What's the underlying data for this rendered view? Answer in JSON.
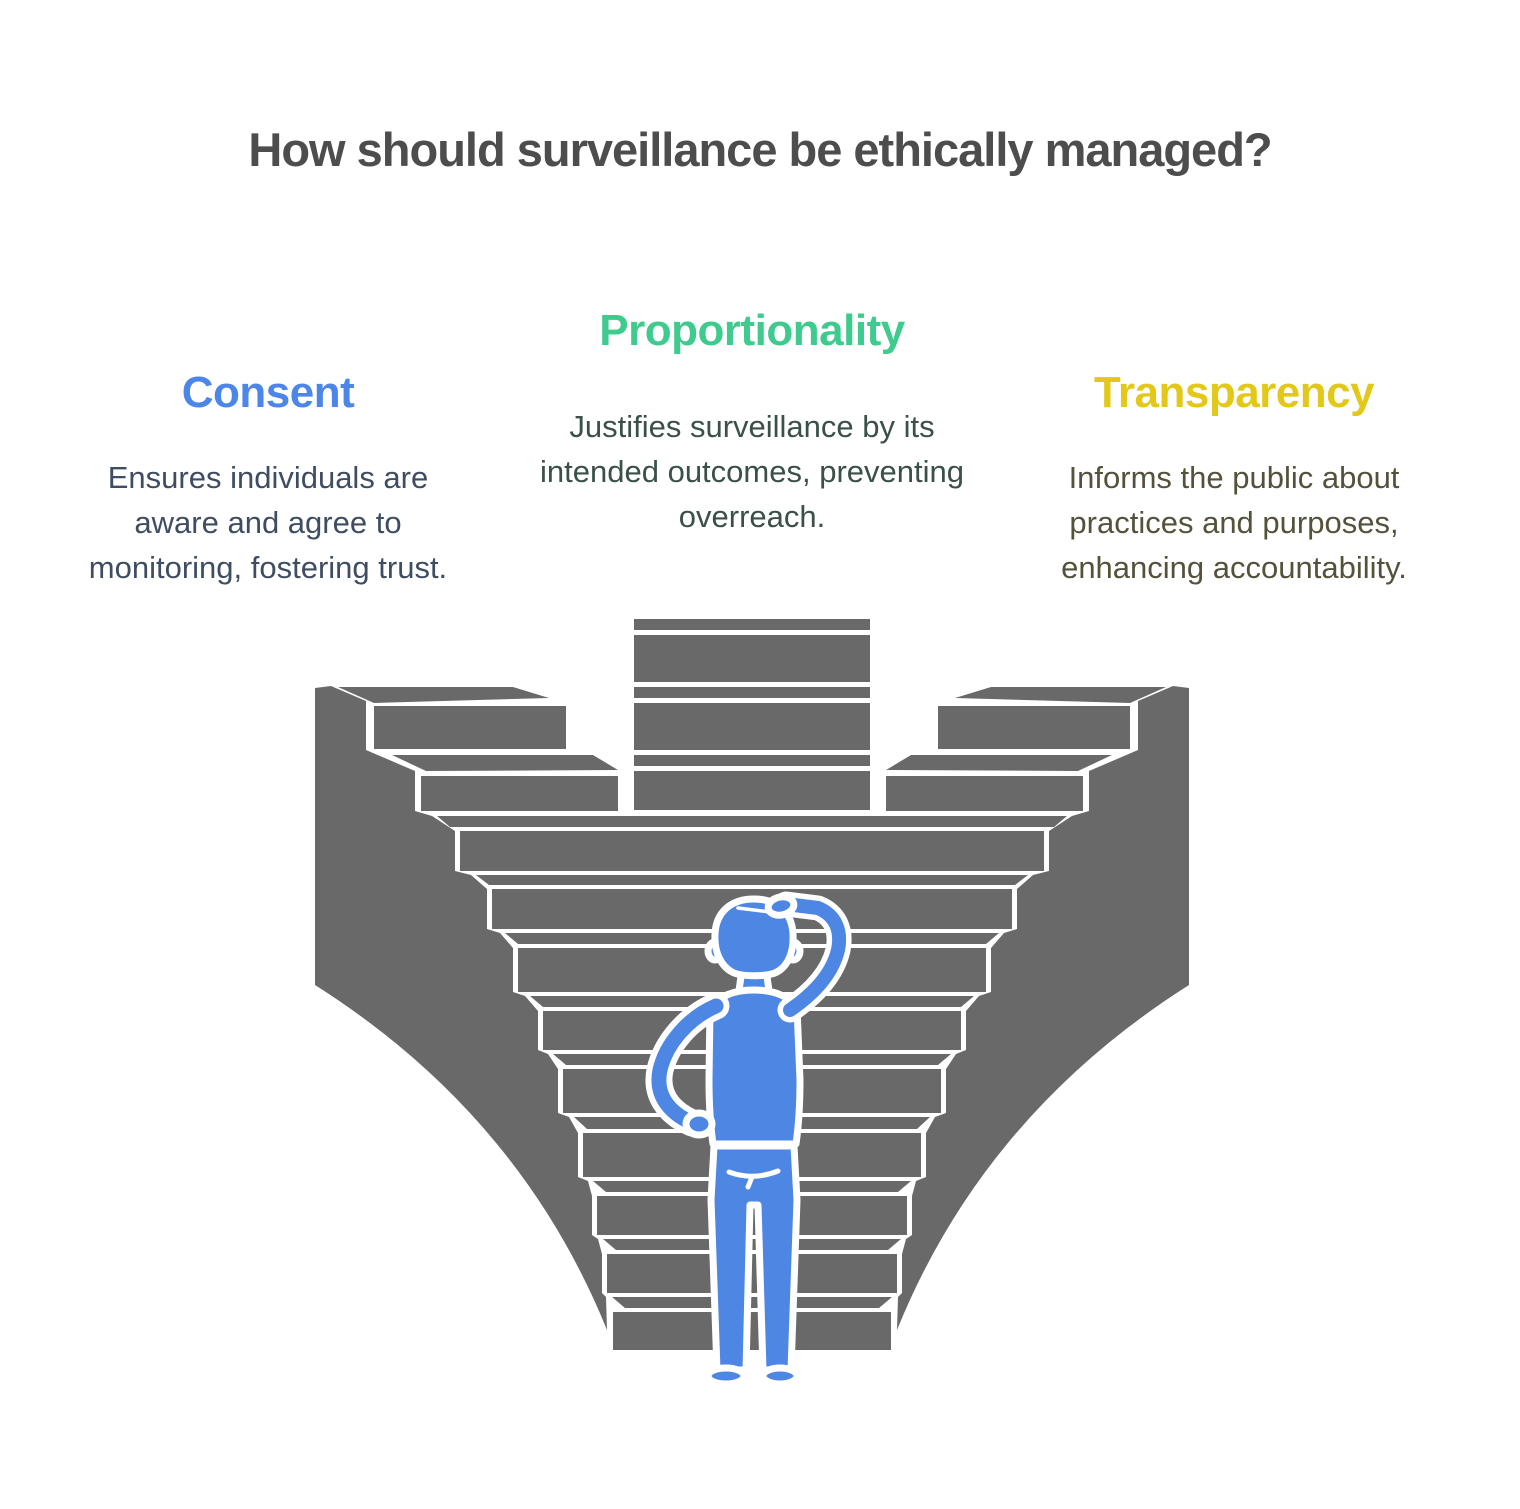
{
  "title": "How should surveillance be ethically managed?",
  "columns": [
    {
      "heading": "Consent",
      "body": "Ensures individuals are aware and agree to monitoring, fostering trust.",
      "heading_color": "#4c86e8",
      "body_color": "#3f4d63"
    },
    {
      "heading": "Proportionality",
      "body": "Justifies surveillance by its intended outcomes, preventing overreach.",
      "heading_color": "#3ecb8d",
      "body_color": "#3a5048"
    },
    {
      "heading": "Transparency",
      "body": "Informs the public about practices and purposes, enhancing accountability.",
      "heading_color": "#e3c81a",
      "body_color": "#54523a"
    }
  ],
  "illustration": {
    "label": "person-pondering-branching-staircase",
    "stairs_color": "#696969",
    "person_color": "#4e86e4",
    "outline_color": "#ffffff"
  }
}
